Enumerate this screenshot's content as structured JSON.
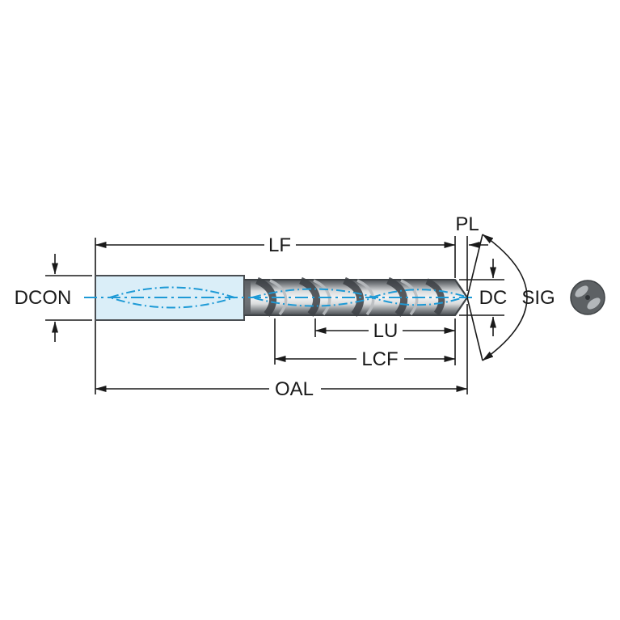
{
  "diagram": {
    "kind": "drill-dimension-drawing",
    "labels": {
      "lf": "LF",
      "pl": "PL",
      "dcon": "DCON",
      "dc": "DC",
      "sig": "SIG",
      "lu": "LU",
      "lcf": "LCF",
      "oal": "OAL"
    },
    "colors": {
      "accent_blue": "#1e9ad6",
      "shank_fill": "#daeef8",
      "line": "#1a1a1a",
      "body_dark": "#4a4e52",
      "body_light": "#f2f3f4"
    },
    "icons": [
      {
        "name": "drill-end-view-icon"
      }
    ]
  }
}
